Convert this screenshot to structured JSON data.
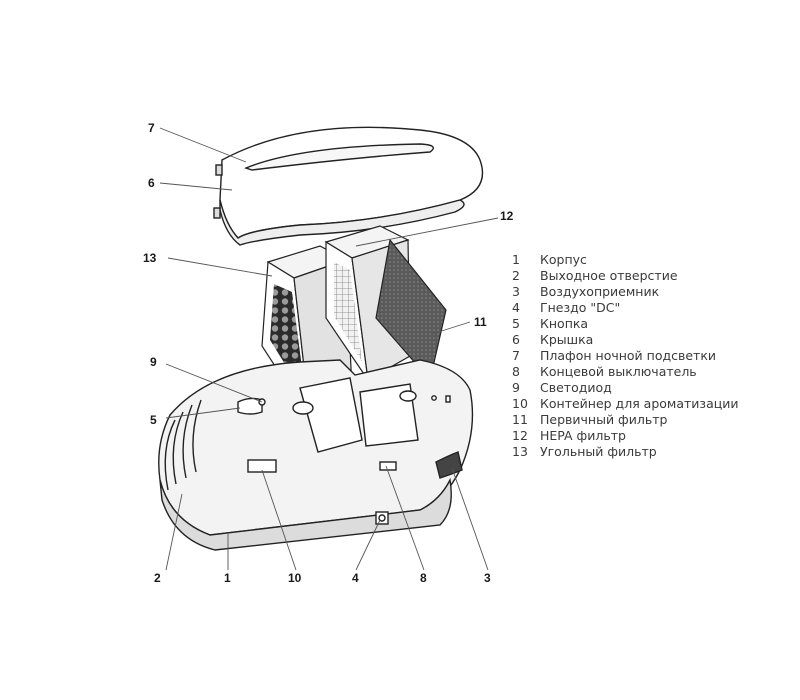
{
  "callouts": {
    "c1": "1",
    "c2": "2",
    "c3": "3",
    "c4": "4",
    "c5": "5",
    "c6": "6",
    "c7": "7",
    "c8": "8",
    "c9": "9",
    "c10": "10",
    "c11": "11",
    "c12": "12",
    "c13": "13"
  },
  "legend": [
    {
      "num": "1",
      "text": "Корпус"
    },
    {
      "num": "2",
      "text": "Выходное отверстие"
    },
    {
      "num": "3",
      "text": "Воздухоприемник"
    },
    {
      "num": "4",
      "text": "Гнездо \"DC\""
    },
    {
      "num": "5",
      "text": "Кнопка"
    },
    {
      "num": "6",
      "text": "Крышка"
    },
    {
      "num": "7",
      "text": "Плафон ночной подсветки"
    },
    {
      "num": "8",
      "text": "Концевой выключатель"
    },
    {
      "num": "9",
      "text": "Светодиод"
    },
    {
      "num": "10",
      "text": "Контейнер для ароматизации"
    },
    {
      "num": "11",
      "text": "Первичный фильтр"
    },
    {
      "num": "12",
      "text": "HEPA фильтр"
    },
    {
      "num": "13",
      "text": "Угольный фильтр"
    }
  ]
}
